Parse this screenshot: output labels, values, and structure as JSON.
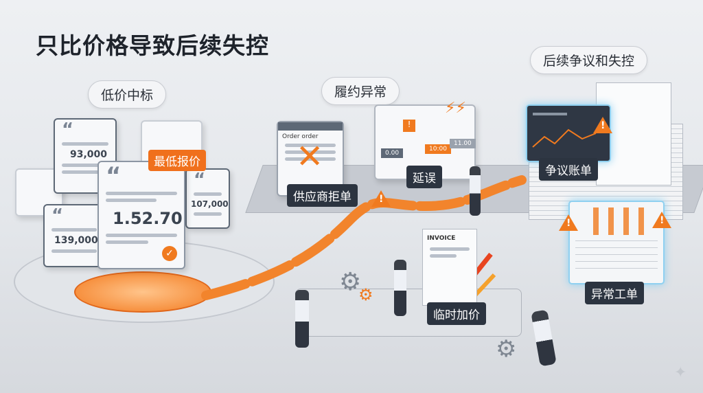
{
  "title": "只比价格导致后续失控",
  "sections": {
    "low_bid": "低价中标",
    "abnormal": "履约异常",
    "dispute": "后续争议和失控"
  },
  "bid_cards": {
    "card_a": "93,000",
    "card_b": "139,000",
    "winner": "1.52.70",
    "card_c": "107,000",
    "winner_tag": "最低报价"
  },
  "order_window": {
    "title": "Order order",
    "label": "供应商拒单"
  },
  "delay": {
    "times": [
      "0.00",
      "10:00",
      "11.00"
    ],
    "label": "延误"
  },
  "invoice": {
    "title": "INVOICE",
    "label": "临时加价"
  },
  "dispute_bill": {
    "label": "争议账单"
  },
  "work_order": {
    "label": "异常工单"
  },
  "colors": {
    "accent": "#f07a1f",
    "dark": "#2c3440"
  }
}
